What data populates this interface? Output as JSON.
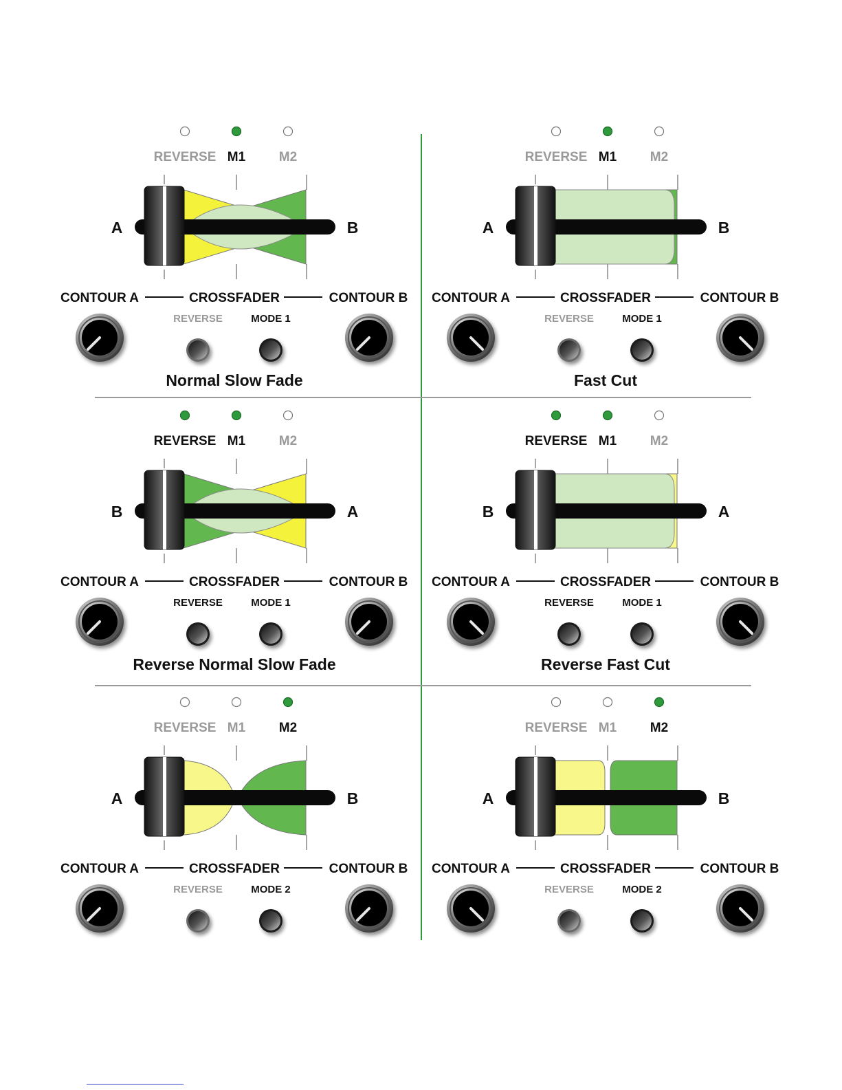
{
  "colors": {
    "led_on": "#2f9a3c",
    "label_on": "#111111",
    "label_off": "#9a9a9a",
    "divider_vertical": "#2f9a3c",
    "divider_horizontal": "#9a9a9a",
    "yellow": "#f4f23a",
    "light_yellow": "#f8f78a",
    "green": "#62b74f",
    "light_green": "#cfe8c2"
  },
  "indicator_labels": [
    "REVERSE",
    "M1",
    "M2"
  ],
  "control_labels": {
    "contour_a": "CONTOUR A",
    "crossfader": "CROSSFADER",
    "contour_b": "CONTOUR B",
    "reverse": "REVERSE"
  },
  "panels": [
    {
      "title": "Normal Slow Fade",
      "leds": [
        false,
        true,
        false
      ],
      "left_letter": "A",
      "right_letter": "B",
      "mode_label": "MODE 1",
      "reverse_active": false,
      "mode_active": true,
      "curve": "slow",
      "reversed": false
    },
    {
      "title": "Fast Cut",
      "leds": [
        false,
        true,
        false
      ],
      "left_letter": "A",
      "right_letter": "B",
      "mode_label": "MODE 1",
      "reverse_active": false,
      "mode_active": true,
      "curve": "cut",
      "reversed": false
    },
    {
      "title": "Reverse Normal Slow Fade",
      "leds": [
        true,
        true,
        false
      ],
      "left_letter": "B",
      "right_letter": "A",
      "mode_label": "MODE 1",
      "reverse_active": true,
      "mode_active": true,
      "curve": "slow",
      "reversed": true
    },
    {
      "title": "Reverse Fast Cut",
      "leds": [
        true,
        true,
        false
      ],
      "left_letter": "B",
      "right_letter": "A",
      "mode_label": "MODE 1",
      "reverse_active": true,
      "mode_active": true,
      "curve": "cut",
      "reversed": true
    },
    {
      "title": "",
      "leds": [
        false,
        false,
        true
      ],
      "left_letter": "A",
      "right_letter": "B",
      "mode_label": "MODE 2",
      "reverse_active": false,
      "mode_active": true,
      "curve": "mode2_slow",
      "reversed": false
    },
    {
      "title": "",
      "leds": [
        false,
        false,
        true
      ],
      "left_letter": "A",
      "right_letter": "B",
      "mode_label": "MODE 2",
      "reverse_active": false,
      "mode_active": true,
      "curve": "mode2_cut",
      "reversed": false
    }
  ]
}
